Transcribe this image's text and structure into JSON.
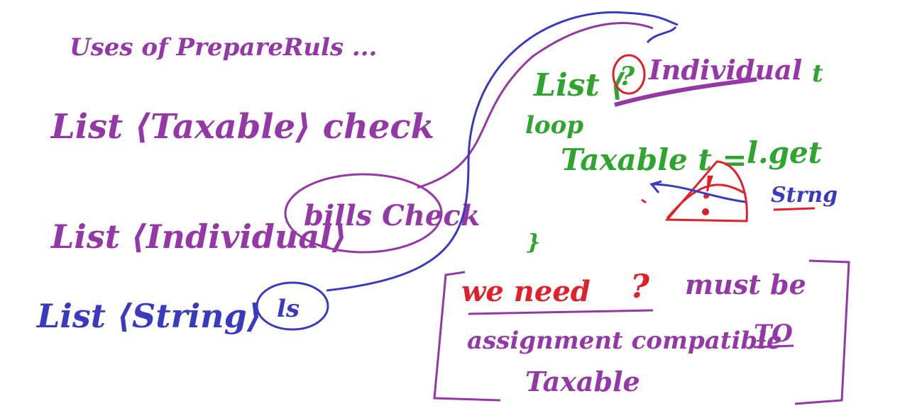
{
  "whiteboard": {
    "heading": "Uses of PrepareRuls ...",
    "lines": {
      "taxable": "List ⟨Taxable⟩ check",
      "individual": "List ⟨Individual⟩",
      "bills_check": "bills Check",
      "string": "List ⟨String⟩",
      "ls": "ls"
    },
    "loop_note": {
      "list_type": "List ⟨",
      "wildcard": "?",
      "element_type": "Individual",
      "var": "t",
      "loop": "loop",
      "taxable_assign": "Taxable t =",
      "getter": "l.get",
      "close_brace": "}",
      "warning_mark": "!",
      "string_type": "Strng"
    },
    "requirement": {
      "we_need": "we need",
      "wildcard": "?",
      "must_be": "must be",
      "assignment": "assignment compatible",
      "to": "TO",
      "taxable": "Taxable"
    },
    "colors": {
      "purple": "#9438a8",
      "blue": "#3a3ac0",
      "green": "#2fa52f",
      "red": "#e0202a"
    }
  }
}
